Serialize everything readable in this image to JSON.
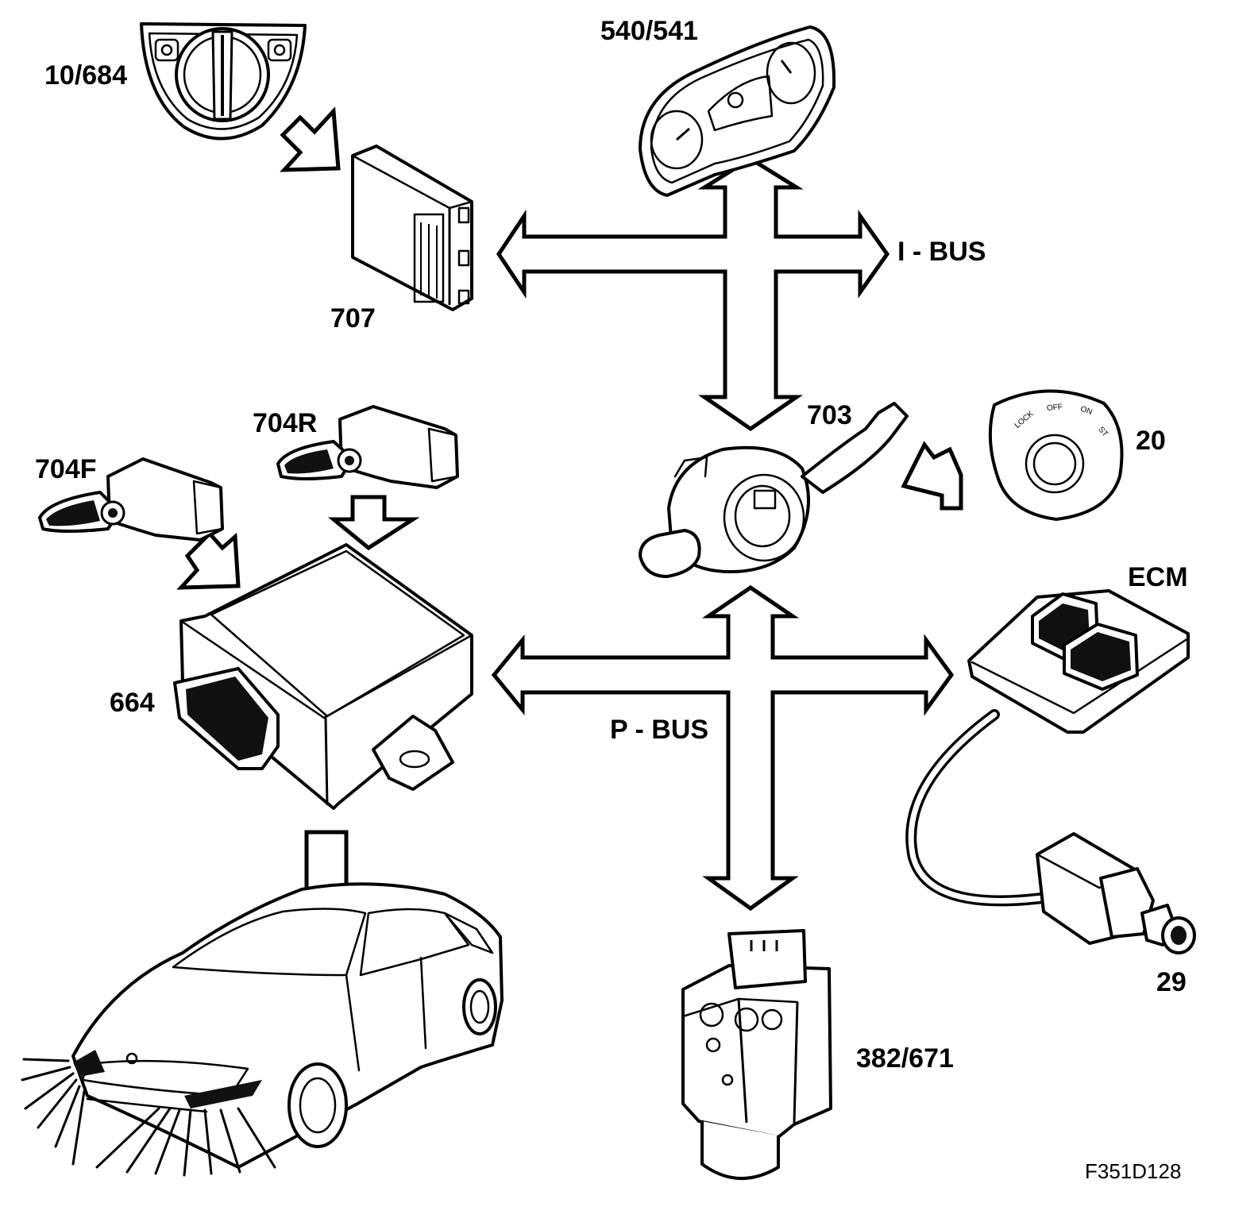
{
  "figure_id": "F351D128",
  "buses": {
    "i_bus": "I - BUS",
    "p_bus": "P - BUS"
  },
  "components": {
    "light_switch": "10/684",
    "instrument_cluster": "540/541",
    "module_707": "707",
    "steering_module": "703",
    "ignition_switch": "20",
    "sensor_rear": "704R",
    "sensor_front": "704F",
    "control_unit": "664",
    "engine_control": "ECM",
    "brake_light_switch": "29",
    "abs_unit": "382/671"
  },
  "ignition_positions": [
    "LOCK",
    "OFF",
    "ON",
    "ST"
  ]
}
